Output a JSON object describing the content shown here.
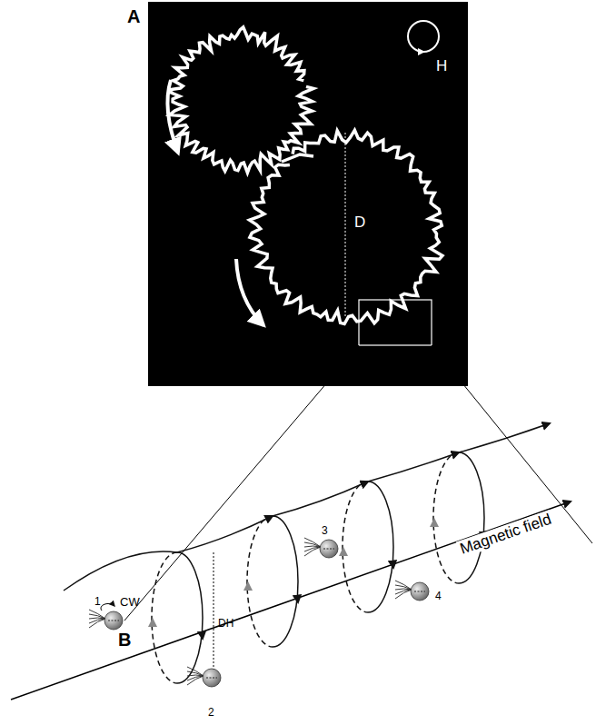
{
  "diagram": {
    "labels": [
      "A",
      "H",
      "D",
      "B",
      "1",
      "CW",
      "2",
      "DH",
      "3",
      "4",
      "Magnetic field"
    ]
  }
}
